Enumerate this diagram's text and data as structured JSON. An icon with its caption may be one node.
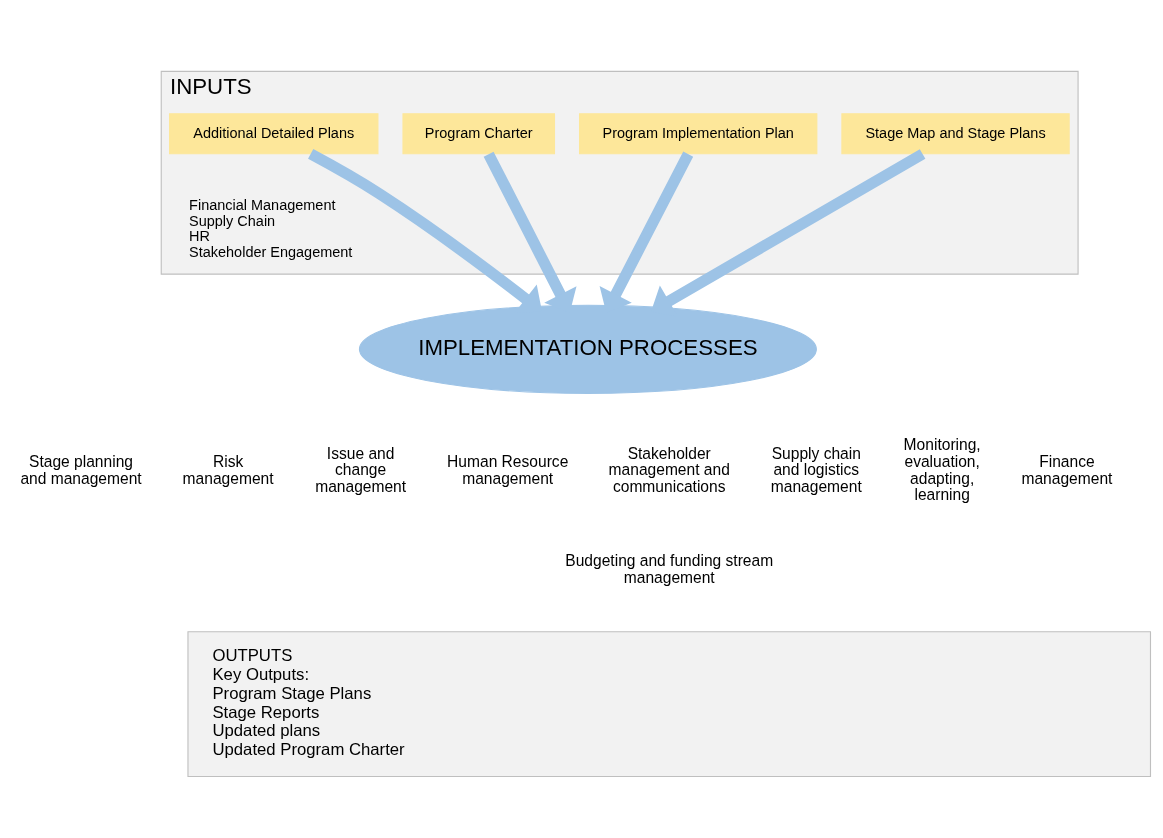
{
  "diagram": {
    "nodes": [
      {
        "text": [
          "INPUTS"
        ]
      },
      {
        "text": [
          "Program Charter"
        ],
        "in": 0
      },
      {
        "text": [
          "Program Implementation Plan"
        ],
        "in": 0
      },
      {
        "text": [
          "Stage Map and Stage Plans"
        ],
        "in": 0
      },
      {
        "text": [
          "Additional Detailed Plans"
        ],
        "in": 0,
        "beside": [
          "Financial Management",
          "Supply Chain",
          "HR",
          "Stakeholder Engagement"
        ]
      },
      {
        "text": [
          "IMPLEMENTATION PROCESSES"
        ]
      },
      {
        "text": [
          "OUTPUTS",
          "Key Outputs:",
          "Program Stage Plans",
          "Stage Reports",
          "Updated plans",
          "Updated Program Charter"
        ]
      }
    ],
    "edges": [
      {
        "from": 1,
        "to": 5,
        "arrow": "to"
      },
      {
        "from": 2,
        "to": 5,
        "arrow": "to"
      },
      {
        "from": 3,
        "to": 5,
        "arrow": "to"
      },
      {
        "from": 4,
        "to": 5,
        "arrow": "to"
      }
    ],
    "labels": [
      "Stage planning and management",
      "Risk management",
      "Issue and change management",
      "Human Resource management",
      "Stakeholder management and communications",
      "Supply chain and logistics management",
      "Monitoring, evaluation, adapting, learning",
      "Finance management",
      "Budgeting and funding stream management"
    ]
  }
}
